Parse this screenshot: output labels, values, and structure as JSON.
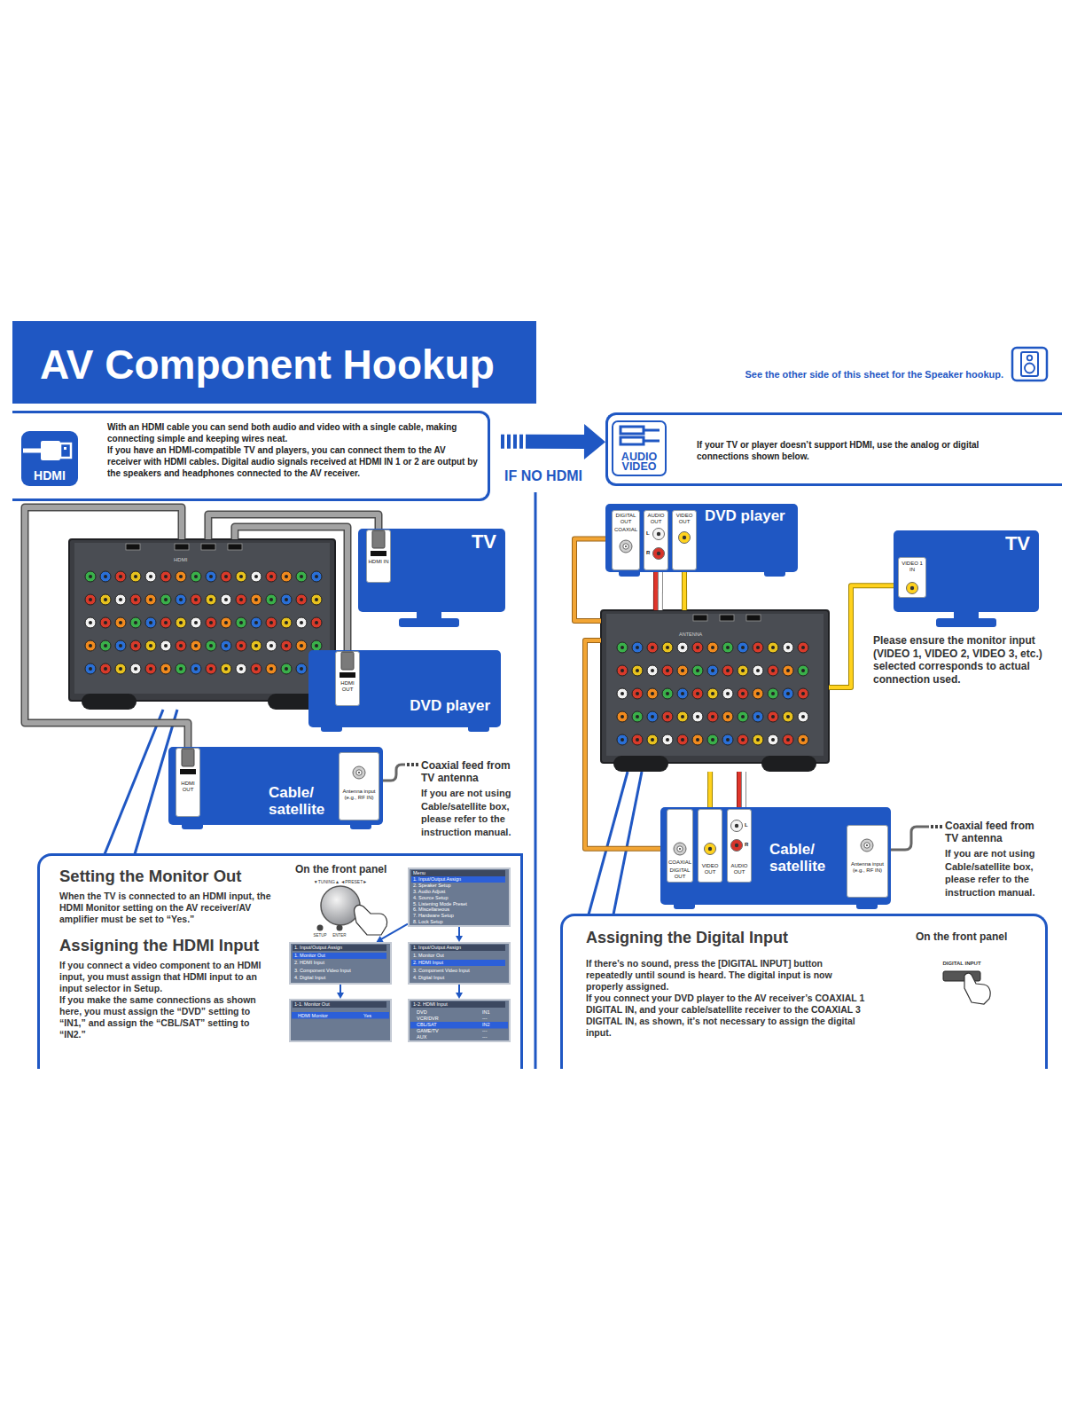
{
  "diagram": {
    "title": "AV Component Hookup",
    "nodes": [
      {
        "text": [
          "With an HDMI cable you can send both audio and video with a single cable, making connecting simple and keeping wires neat.",
          "If you have an HDMI-compatible TV and players, you can connect them to the AV receiver with HDMI cables. Digital audio signals received at HDMI IN 1 or 2 are output by the speakers and headphones connected to the AV receiver."
        ]
      },
      {
        "text": [
          "HDMI"
        ],
        "in": 0
      },
      {
        "text": [
          "If your TV or player doesn’t support HDMI, use the analog or digital connections shown below."
        ]
      },
      {
        "text": [
          "AUDIO VIDEO"
        ],
        "in": 2
      },
      {
        "text": [
          "HDMI"
        ]
      },
      {
        "text": [
          "TV"
        ]
      },
      {
        "text": [
          "HDMI IN"
        ],
        "in": 5
      },
      {
        "text": [
          "DVD player"
        ]
      },
      {
        "text": [
          "HDMI OUT"
        ],
        "in": 7
      },
      {
        "text": [
          "Cable/ satellite"
        ]
      },
      {
        "text": [
          "HDMI OUT"
        ],
        "in": 9
      },
      {
        "text": [
          "Antenna input (e.g., RF IN)"
        ],
        "in": 9
      },
      {
        "text": [
          "Setting the Monitor Out",
          "When the TV is connected to an HDMI input, the HDMI Monitor setting on the AV receiver/AV amplifier must be set to “Yes.”",
          "Assigning the HDMI Input",
          "If you connect a video component to an HDMI input, you must assign that HDMI input to an input selector in Setup.",
          "If you make the same connections as shown here, you must assign the “DVD” setting to “IN1,” and assign the “CBL/SAT” setting to “IN2.”"
        ]
      },
      {
        "text": [
          "Menu",
          "1. Input/Output Assign",
          "2. Speaker Setup",
          "3. Audio Adjust",
          "4. Source Setup",
          "5. Listening Mode Preset",
          "6. Miscellaneous",
          "7. Hardware Setup",
          "8. Lock Setup"
        ],
        "in": 12
      },
      {
        "text": [
          "1. Input/Output Assign",
          "1. Monitor Out",
          "2. HDMI Input",
          "3. Component Video Input",
          "4. Digital Input"
        ],
        "in": 12
      },
      {
        "text": [
          "1. Input/Output Assign",
          "1. Monitor Out",
          "2. HDMI Input",
          "3. Component Video Input",
          "4. Digital Input"
        ],
        "in": 12
      },
      {
        "text": [
          "1-1. Monitor Out",
          "HDMI Monitor",
          "Yes"
        ],
        "in": 12
      },
      {
        "text": [
          "1-2. HDMI Input",
          "DVD",
          "IN1",
          "VCR/DVR",
          "---",
          "CBL/SAT",
          "IN2",
          "GAME/TV",
          "---",
          "AUX",
          "---"
        ],
        "in": 12
      },
      {
        "text": [
          "DVD player"
        ]
      },
      {
        "text": [
          "DIGITAL OUT",
          "COAXIAL"
        ],
        "in": 18
      },
      {
        "text": [
          "AUDIO OUT",
          "L",
          "R"
        ],
        "in": 18
      },
      {
        "text": [
          "VIDEO OUT"
        ],
        "in": 18
      },
      {
        "text": [
          "TV"
        ]
      },
      {
        "text": [
          "VIDEO 1 IN"
        ],
        "in": 22
      },
      {
        "text": [
          "ANTENNA"
        ]
      },
      {
        "text": [
          "Cable/ satellite"
        ]
      },
      {
        "text": [
          "COAXIAL",
          "DIGITAL OUT"
        ],
        "in": 25
      },
      {
        "text": [
          "VIDEO OUT"
        ],
        "in": 25
      },
      {
        "text": [
          "L",
          "R",
          "AUDIO OUT"
        ],
        "in": 25
      },
      {
        "text": [
          "Antenna input (e.g., RF IN)"
        ],
        "in": 25
      },
      {
        "text": [
          "Assigning the Digital Input",
          "If there’s no sound, press the [DIGITAL INPUT] button repeatedly until sound is heard. The digital input is now properly assigned.",
          "If you connect your DVD player to the AV receiver’s COAXIAL 1 DIGITAL IN, and your cable/satellite receiver to the COAXIAL 3 DIGITAL IN, as shown, it’s not necessary to assign the digital input."
        ]
      }
    ],
    "edges": [
      {
        "from": 0,
        "to": 2,
        "label": "IF NO HDMI",
        "arrow": "to"
      },
      {
        "from": 4,
        "to": 6,
        "arrow": "none"
      },
      {
        "from": 4,
        "to": 8,
        "arrow": "none"
      },
      {
        "from": 4,
        "to": 10,
        "arrow": "none"
      },
      {
        "from": 19,
        "to": 24,
        "arrow": "none"
      },
      {
        "from": 20,
        "to": 24,
        "arrow": "none"
      },
      {
        "from": 21,
        "to": 24,
        "arrow": "none"
      },
      {
        "from": 24,
        "to": 23,
        "arrow": "none"
      },
      {
        "from": 26,
        "to": 24,
        "arrow": "none"
      },
      {
        "from": 27,
        "to": 24,
        "arrow": "none"
      },
      {
        "from": 28,
        "to": 24,
        "arrow": "none"
      },
      {
        "from": 13,
        "to": 14,
        "arrow": "to"
      },
      {
        "from": 13,
        "to": 15,
        "arrow": "to"
      },
      {
        "from": 14,
        "to": 16,
        "arrow": "to"
      },
      {
        "from": 15,
        "to": 17,
        "arrow": "to"
      }
    ],
    "labels": [
      "See the other side of this sheet for the Speaker hookup.",
      "Coaxial feed from TV antenna",
      "If you are not using Cable/satellite box, please refer to the instruction manual.",
      "On the front panel",
      "▼TUNING▲ ◄PRESET►",
      "SETUP",
      "ENTER",
      "Please ensure the monitor input (VIDEO 1, VIDEO 2, VIDEO 3, etc.) selected corresponds to actual connection used.",
      "Coaxial feed from TV antenna",
      "If you are not using Cable/satellite box, please refer to the instruction manual.",
      "On the front panel",
      "DIGITAL INPUT"
    ]
  }
}
